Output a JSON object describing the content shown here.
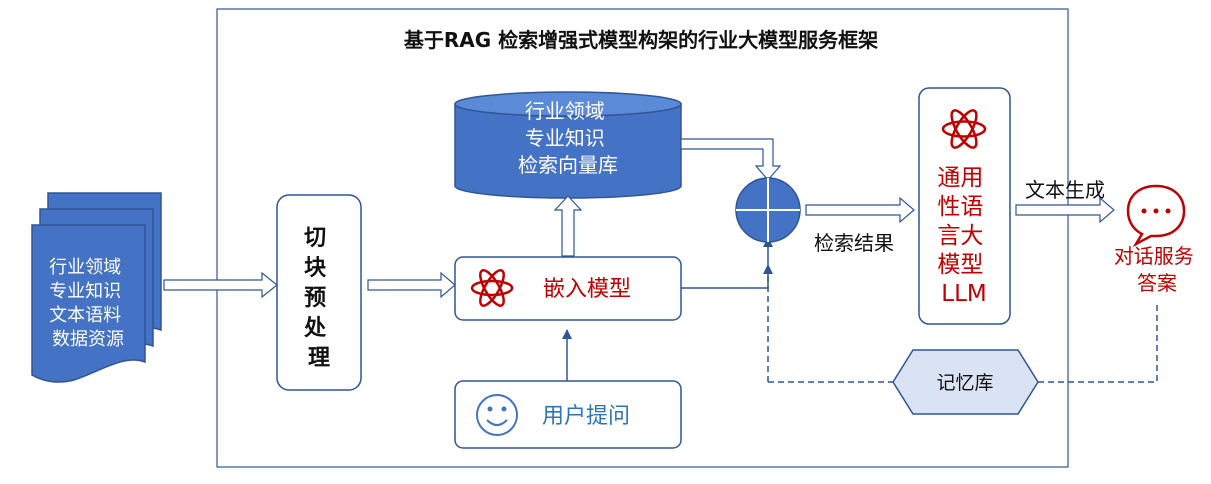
{
  "title": "基于RAG 检索增强式模型构架的行业大模型服务框架",
  "source_doc": {
    "lines": [
      "行业领域",
      "专业知识",
      "文本语料",
      "数据资源"
    ]
  },
  "chunking": {
    "lines": [
      "切",
      "块",
      "预",
      "处",
      "理"
    ]
  },
  "vector_db": {
    "lines": [
      "行业领域",
      "专业知识",
      "检索向量库"
    ]
  },
  "embedding": {
    "label": "嵌入模型"
  },
  "user_query": {
    "label": "用户提问"
  },
  "retrieval_result": {
    "label": "检索结果"
  },
  "llm": {
    "lines": [
      "通用",
      "性语",
      "言大",
      "模型",
      "LLM"
    ]
  },
  "text_generation": {
    "label": "文本生成"
  },
  "answer": {
    "lines": [
      "对话服务",
      "答案"
    ]
  },
  "memory": {
    "label": "记忆库"
  },
  "colors": {
    "blue": "#4472C4",
    "red": "#C00000",
    "dark_red": "#B22222",
    "navy": "#2F5597"
  }
}
